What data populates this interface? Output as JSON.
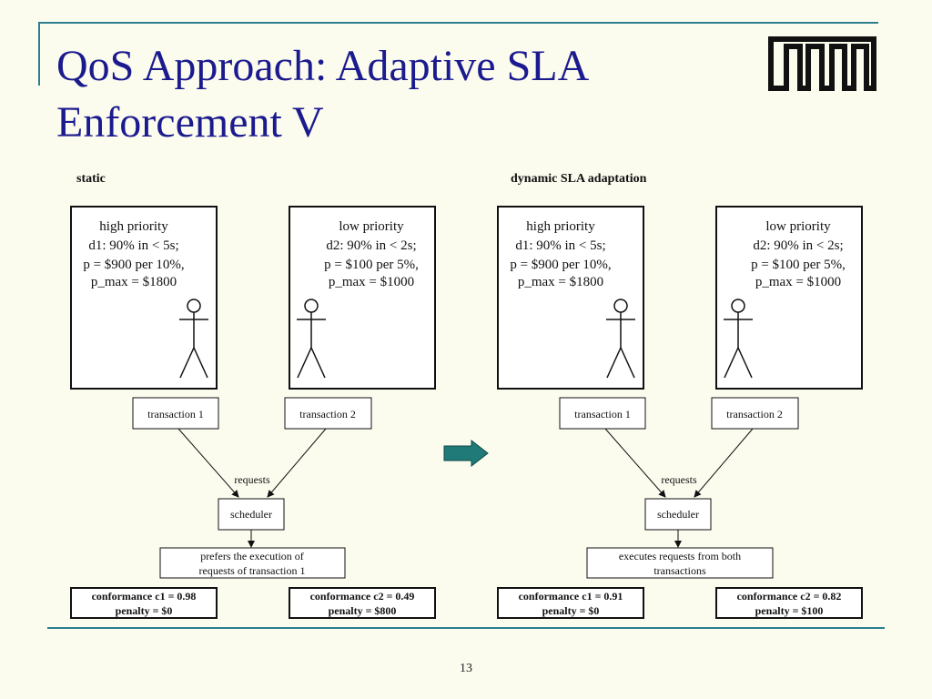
{
  "slide": {
    "title_line1": "QoS Approach: Adaptive SLA",
    "title_line2": "Enforcement V",
    "page_number": "13",
    "logo_name": "tum-logo",
    "accent_color": "#2a7f8f",
    "title_color": "#1b1b8f"
  },
  "static_panel": {
    "heading": "static",
    "high": {
      "line1": "high priority",
      "line2": "d1: 90% in < 5s;",
      "line3": "p = $900 per 10%,",
      "line4": "p_max = $1800"
    },
    "low": {
      "line1": "low priority",
      "line2": "d2: 90% in < 2s;",
      "line3": "p = $100 per 5%,",
      "line4": "p_max = $1000"
    },
    "transaction1": "transaction 1",
    "transaction2": "transaction 2",
    "requests": "requests",
    "scheduler": "scheduler",
    "result_line1": "prefers the execution of",
    "result_line2": "requests of transaction 1",
    "c1_conformance": "conformance c1 = 0.98",
    "c1_penalty": "penalty = $0",
    "c2_conformance": "conformance c2 = 0.49",
    "c2_penalty": "penalty = $800"
  },
  "dynamic_panel": {
    "heading": "dynamic SLA adaptation",
    "high": {
      "line1": "high priority",
      "line2": "d1: 90% in < 5s;",
      "line3": "p = $900 per 10%,",
      "line4": "p_max = $1800"
    },
    "low": {
      "line1": "low priority",
      "line2": "d2: 90% in < 2s;",
      "line3": "p = $100 per 5%,",
      "line4": "p_max = $1000"
    },
    "transaction1": "transaction 1",
    "transaction2": "transaction 2",
    "requests": "requests",
    "scheduler": "scheduler",
    "result_line1": "executes requests from both",
    "result_line2": "transactions",
    "c1_conformance": "conformance c1 = 0.91",
    "c1_penalty": "penalty = $0",
    "c2_conformance": "conformance c2 = 0.82",
    "c2_penalty": "penalty = $100"
  },
  "transition_arrow_color": "#1f7a78"
}
